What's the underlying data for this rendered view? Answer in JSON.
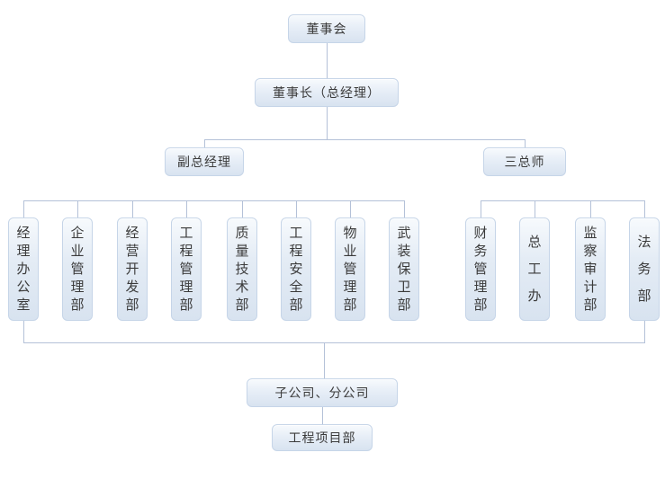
{
  "org": {
    "board": "董事会",
    "chairman": "董事长（总经理）",
    "branches": [
      {
        "label": "副总经理",
        "children": [
          "经理办公室",
          "企业管理部",
          "经营开发部",
          "工程管理部",
          "质量技术部",
          "工程安全部",
          "物业管理部",
          "武装保卫部"
        ]
      },
      {
        "label": "三总师",
        "children": [
          "财务管理部",
          "总工办",
          "监察审计部",
          "法务部"
        ]
      }
    ],
    "subsidiaries": "子公司、分公司",
    "project_dept": "工程项目部"
  },
  "colors": {
    "box_fill_top": "#f7fafd",
    "box_fill_bottom": "#d8e3f0",
    "box_border": "#c6d5e8",
    "connector": "#b4c1d8",
    "text": "#3b3b3b",
    "background": "#ffffff"
  }
}
